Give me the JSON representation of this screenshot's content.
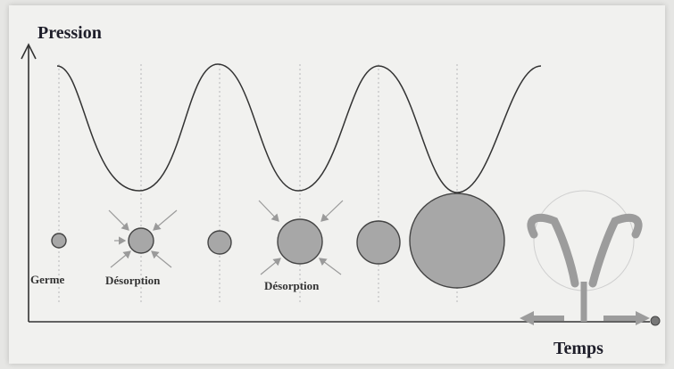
{
  "axes": {
    "y_label": "Pression",
    "x_label": "Temps"
  },
  "annotations": {
    "germe": "Germe",
    "desorption_1": "Désorption",
    "desorption_2": "Désorption"
  },
  "colors": {
    "ink": "#333333",
    "bubble_fill": "#a7a7a7",
    "bubble_stroke": "#444444",
    "arrow": "#9a9a9a",
    "grid": "#b8b8b8",
    "nozzle": "#9c9c9c"
  },
  "icons": [
    "germ-bubble",
    "desorption-arrows",
    "collapsing-jet-icon"
  ]
}
